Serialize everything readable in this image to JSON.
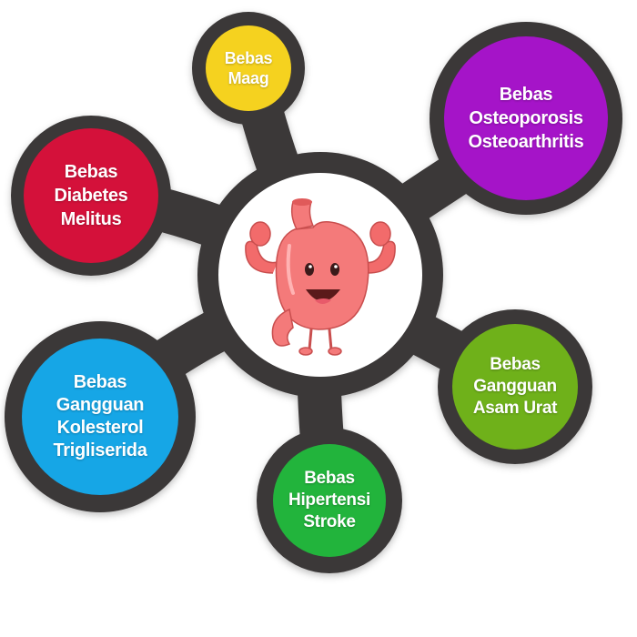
{
  "diagram": {
    "hub_color": "#3b3838",
    "hub_inner_color": "#ffffff",
    "center_icon": "smiling-stomach-flexing-icon",
    "nodes": [
      {
        "id": "maag",
        "lines": [
          "Bebas",
          "Maag"
        ],
        "color": "#f5d21f"
      },
      {
        "id": "osteoporosis",
        "lines": [
          "Bebas",
          "Osteoporosis",
          "Osteoarthritis"
        ],
        "color": "#a514c8"
      },
      {
        "id": "diabetes",
        "lines": [
          "Bebas",
          "Diabetes",
          "Melitus"
        ],
        "color": "#d4113a"
      },
      {
        "id": "kolesterol",
        "lines": [
          "Bebas",
          "Gangguan",
          "Kolesterol",
          "Trigliserida"
        ],
        "color": "#16a6e6"
      },
      {
        "id": "hipertensi",
        "lines": [
          "Bebas",
          "Hipertensi",
          "Stroke"
        ],
        "color": "#22b43c"
      },
      {
        "id": "asam-urat",
        "lines": [
          "Bebas",
          "Gangguan",
          "Asam Urat"
        ],
        "color": "#6fb11a"
      }
    ]
  }
}
